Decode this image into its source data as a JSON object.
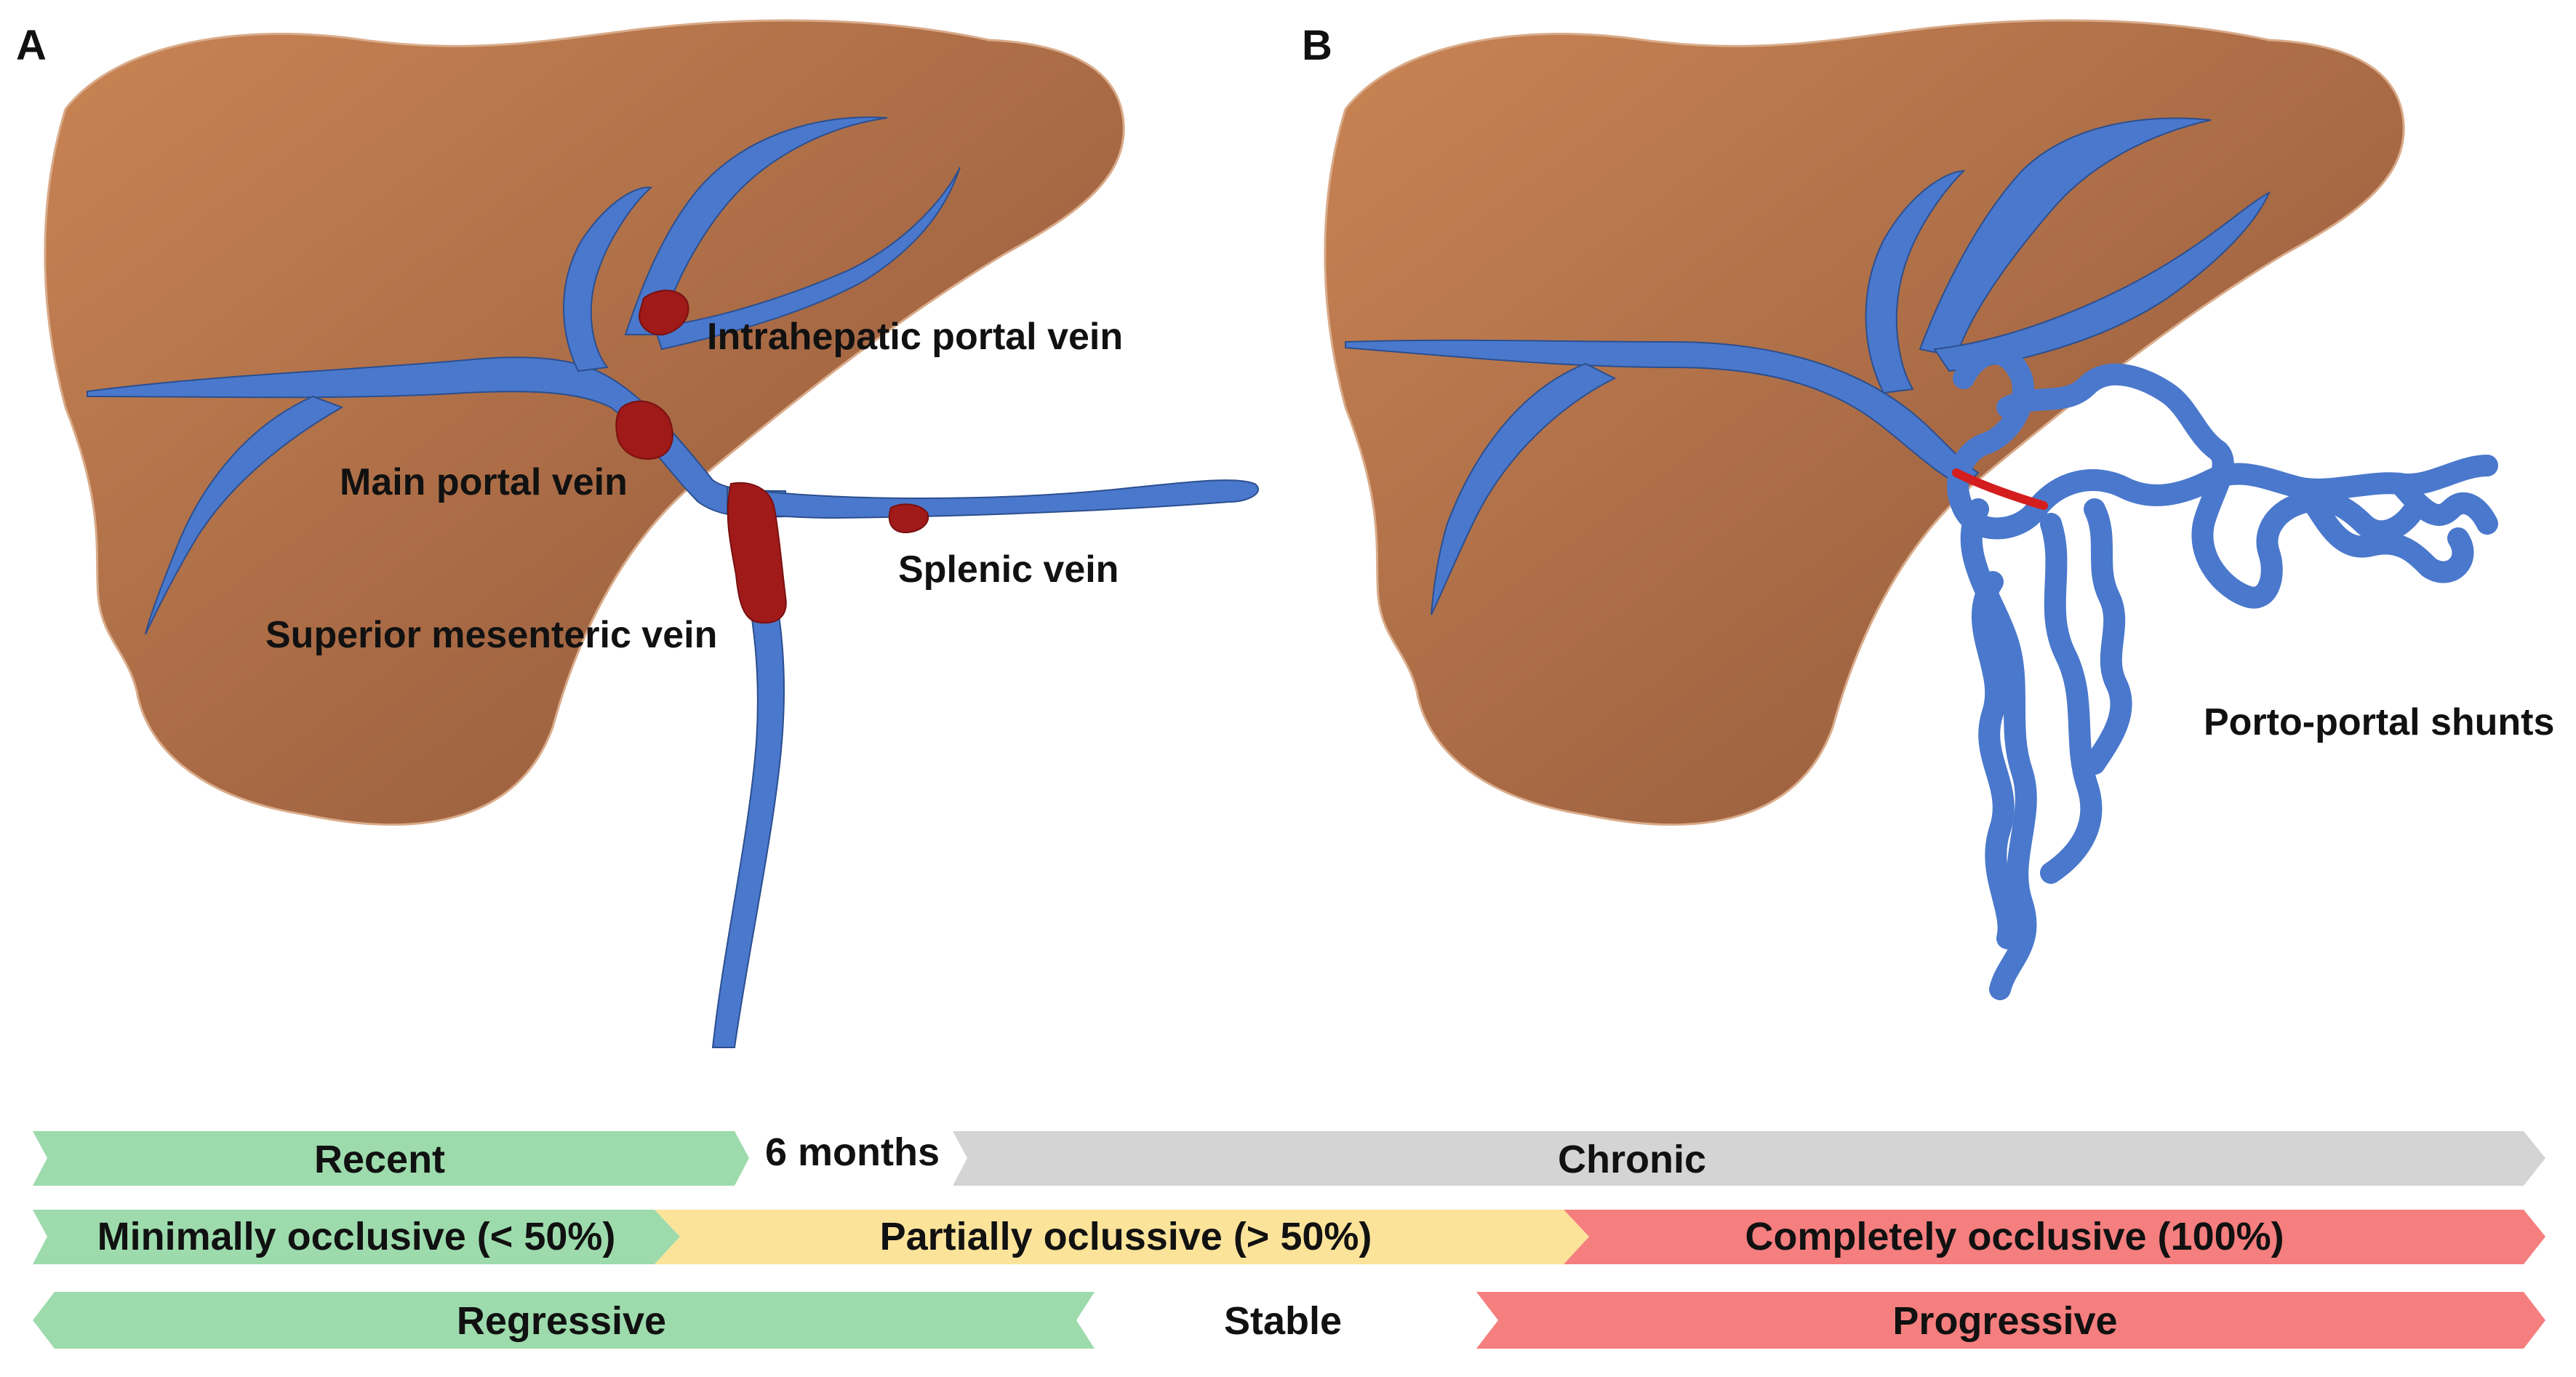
{
  "panels": {
    "a": {
      "letter": "A",
      "labels": {
        "intrahepatic": "Intrahepatic portal vein",
        "main_portal": "Main portal vein",
        "splenic": "Splenic vein",
        "superior_mesenteric": "Superior mesenteric vein"
      }
    },
    "b": {
      "letter": "B",
      "labels": {
        "shunts": "Porto-portal shunts"
      }
    }
  },
  "timeline": {
    "row1": {
      "recent": "Recent",
      "divider": "6 months",
      "chronic": "Chronic"
    },
    "row2": {
      "minimal": "Minimally occlusive (< 50%)",
      "partial": "Partially oclussive (> 50%)",
      "complete": "Completely occlusive (100%)"
    },
    "row3": {
      "regressive": "Regressive",
      "stable": "Stable",
      "progressive": "Progressive"
    }
  },
  "colors": {
    "liver": "#a86a45",
    "vein": "#4a78cc",
    "thrombus": "#a01a1a",
    "green": "#9ddbad",
    "gray": "#d4d4d4",
    "yellow": "#fbe39a",
    "red": "#f57e7e"
  }
}
